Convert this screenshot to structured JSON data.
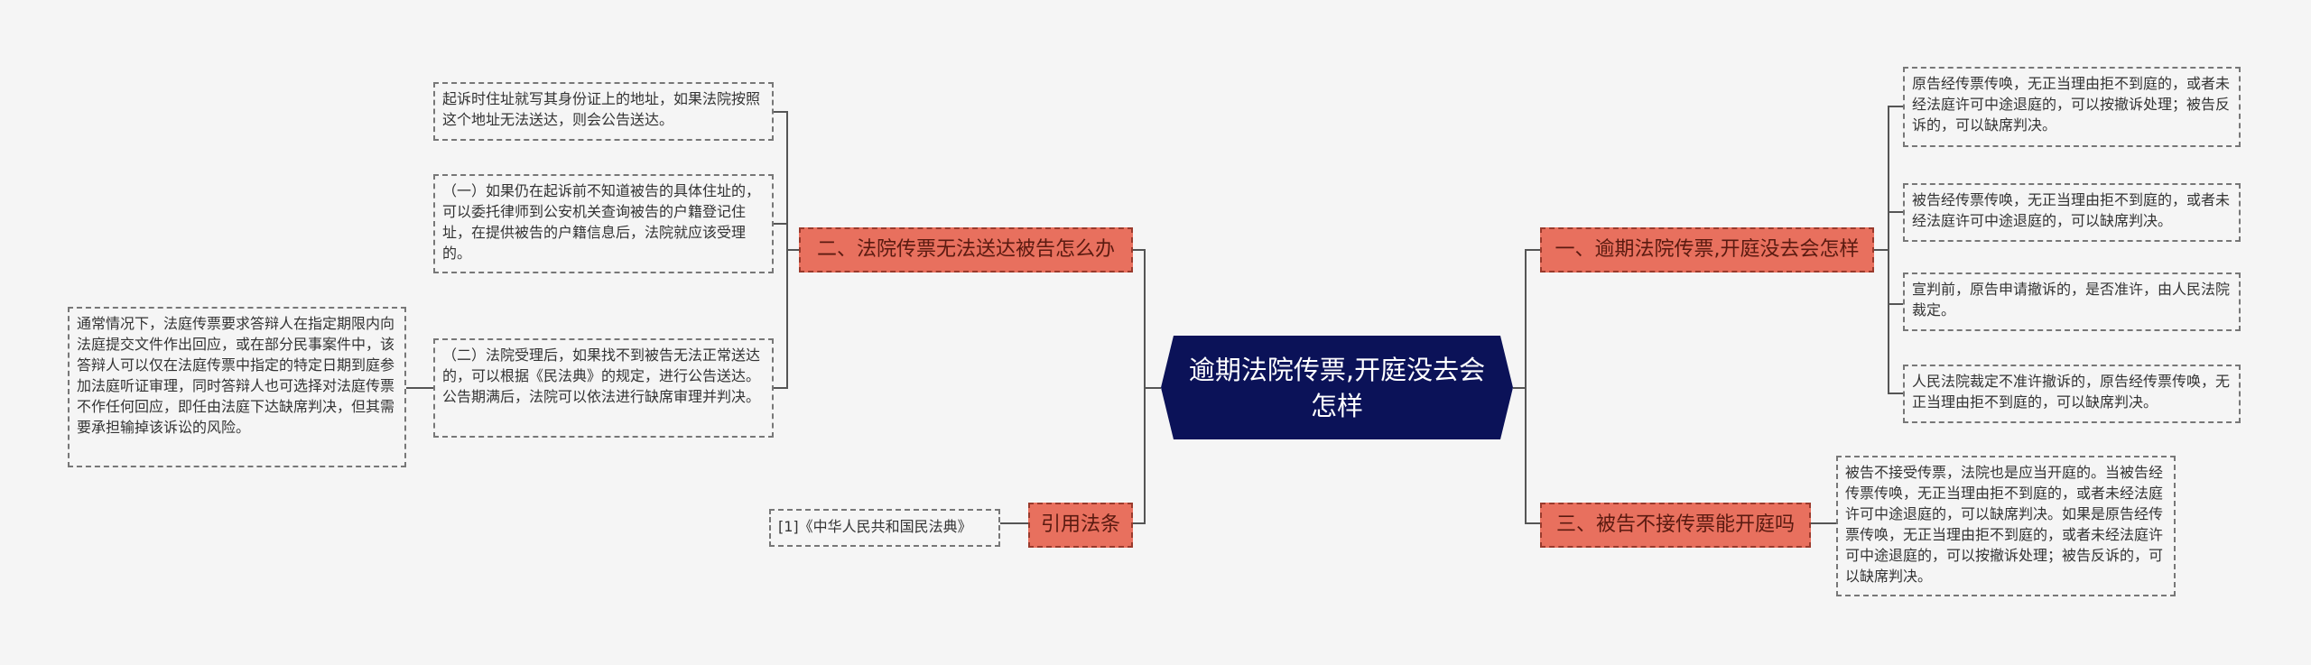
{
  "center": {
    "title": "逾期法院传票,开庭没去会怎样"
  },
  "right": [
    {
      "label": "一、逾期法院传票,开庭没去会怎样",
      "notes": [
        "原告经传票传唤，无正当理由拒不到庭的，或者未经法庭许可中途退庭的，可以按撤诉处理；被告反诉的，可以缺席判决。",
        "被告经传票传唤，无正当理由拒不到庭的，或者未经法庭许可中途退庭的，可以缺席判决。",
        "宣判前，原告申请撤诉的，是否准许，由人民法院裁定。",
        "人民法院裁定不准许撤诉的，原告经传票传唤，无正当理由拒不到庭的，可以缺席判决。"
      ]
    },
    {
      "label": "三、被告不接传票能开庭吗",
      "notes": [
        "被告不接受传票，法院也是应当开庭的。当被告经传票传唤，无正当理由拒不到庭的，或者未经法庭许可中途退庭的，可以缺席判决。如果是原告经传票传唤，无正当理由拒不到庭的，或者未经法庭许可中途退庭的，可以按撤诉处理；被告反诉的，可以缺席判决。"
      ]
    }
  ],
  "left": [
    {
      "label": "二、法院传票无法送达被告怎么办",
      "notes": [
        "起诉时住址就写其身份证上的地址，如果法院按照这个地址无法送达，则会公告送达。",
        "（一）如果仍在起诉前不知道被告的具体住址的，可以委托律师到公安机关查询被告的户籍登记住址，在提供被告的户籍信息后，法院就应该受理的。",
        "（二）法院受理后，如果找不到被告无法正常送达的，可以根据《民法典》的规定，进行公告送达。公告期满后，法院可以依法进行缺席审理并判决。"
      ],
      "sub_note": "通常情况下，法庭传票要求答辩人在指定期限内向法庭提交文件作出回应，或在部分民事案件中，该答辩人可以仅在法庭传票中指定的特定日期到庭参加法庭听证审理，同时答辩人也可选择对法庭传票不作任何回应，即任由法庭下达缺席判决，但其需要承担输掉该诉讼的风险。"
    },
    {
      "label": "引用法条",
      "notes": [
        "[1]《中华人民共和国民法典》"
      ]
    }
  ],
  "colors": {
    "center_bg": "#0b1258",
    "topic_bg": "#e8705e",
    "line": "#555555",
    "background": "#f5f5f5"
  }
}
